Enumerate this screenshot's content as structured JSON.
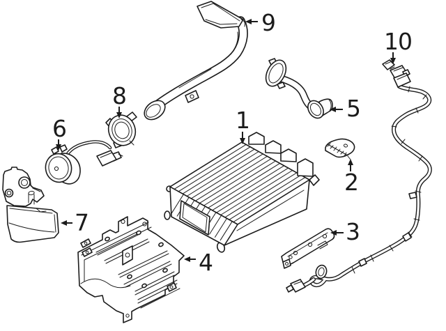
{
  "diagram": {
    "type": "exploded-parts-diagram",
    "background_color": "#ffffff",
    "line_color": "#1b1b1b",
    "callouts": [
      {
        "label": "1",
        "part": "ribbed-canister-box",
        "arrow": "down"
      },
      {
        "label": "2",
        "part": "small-cover-pad",
        "arrow": "up"
      },
      {
        "label": "3",
        "part": "slotted-strip-bracket",
        "arrow": "left"
      },
      {
        "label": "4",
        "part": "mounting-bracket-frame",
        "arrow": "left"
      },
      {
        "label": "5",
        "part": "flanged-vent-hose",
        "arrow": "left"
      },
      {
        "label": "6",
        "part": "round-pump-with-pigtail",
        "arrow": "down"
      },
      {
        "label": "7",
        "part": "shield-bracket",
        "arrow": "left"
      },
      {
        "label": "8",
        "part": "seal-grommet-ring",
        "arrow": "down"
      },
      {
        "label": "9",
        "part": "filler-tube",
        "arrow": "left"
      },
      {
        "label": "10",
        "part": "wiring-harness",
        "arrow": "down"
      }
    ]
  }
}
